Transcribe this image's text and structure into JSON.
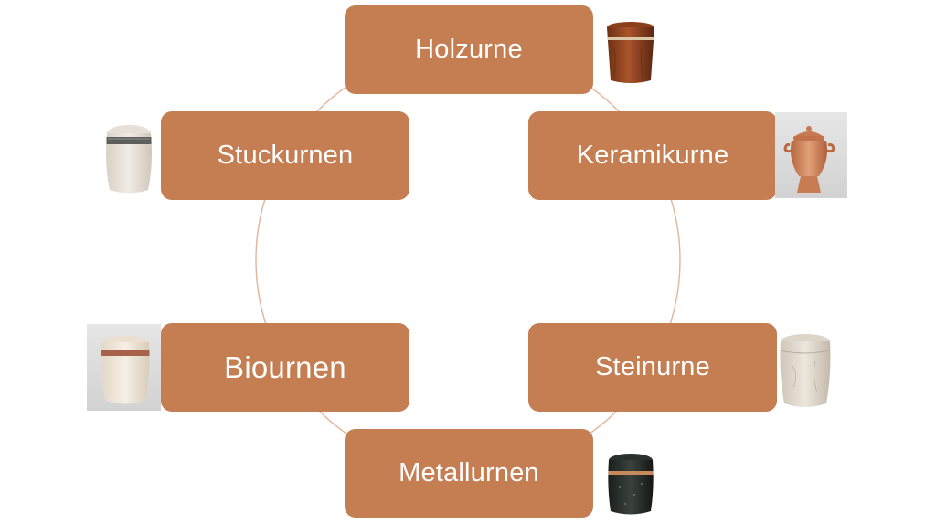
{
  "diagram": {
    "type": "cycle",
    "colors": {
      "node_fill": "#c57d52",
      "connector": "#e2b49a",
      "text": "#ffffff"
    },
    "nodes": [
      {
        "id": "holzurne",
        "label": "Holzurne",
        "icon": "wooden-urn-icon"
      },
      {
        "id": "keramikurne",
        "label": "Keramikurne",
        "icon": "ceramic-urn-icon"
      },
      {
        "id": "steinurne",
        "label": "Steinurne",
        "icon": "stone-urn-icon"
      },
      {
        "id": "metallurnen",
        "label": "Metallurnen",
        "icon": "metal-urn-icon"
      },
      {
        "id": "biournen",
        "label": "Biournen",
        "icon": "bio-urn-icon"
      },
      {
        "id": "stuckurnen",
        "label": "Stuckurnen",
        "icon": "stucco-urn-icon"
      }
    ]
  }
}
